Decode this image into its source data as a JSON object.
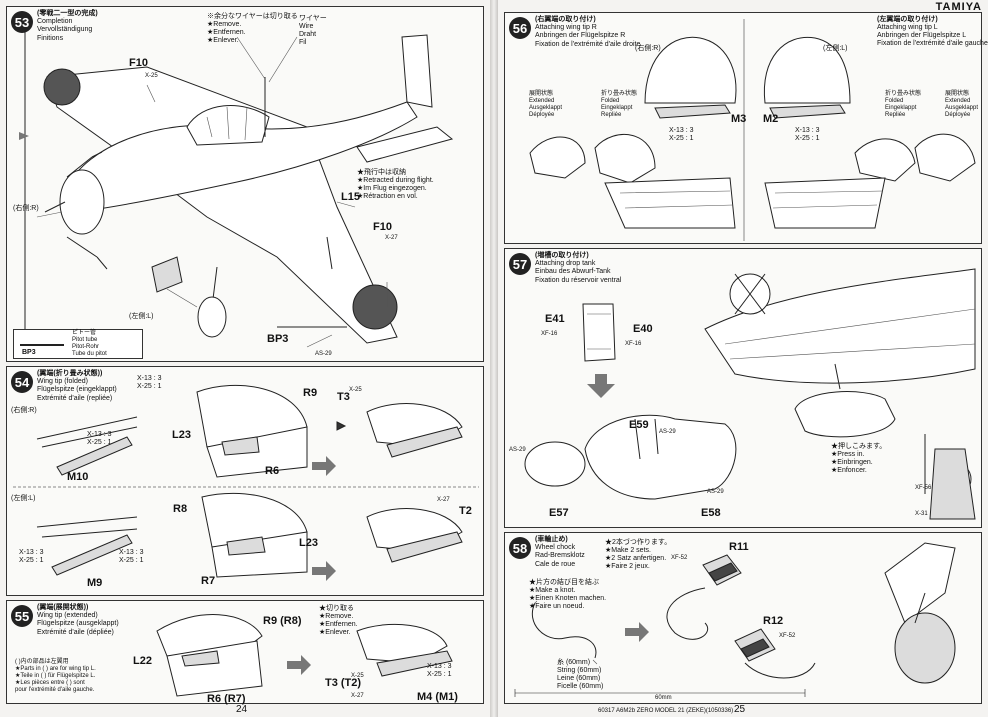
{
  "pages": {
    "left_num": "24",
    "right_num": "25",
    "footer": "60317 A6M2b ZERO MODEL 21 (ZEKE)(1050336)",
    "brand": "TAMIYA",
    "scale_label": "60mm"
  },
  "step53": {
    "num": "53",
    "title": [
      "(零戦二一型の完成)",
      "Completion",
      "Vervollständigung",
      "Finitions"
    ],
    "remove_note": [
      "※余分なワイヤーは切り取る",
      "★Remove.",
      "★Entfernen.",
      "★Enlever."
    ],
    "wire": [
      "ワイヤー",
      "Wire",
      "Draht",
      "Fil"
    ],
    "retract_note": [
      "★飛行中は収納",
      "★Retracted during flight.",
      "★Im Flug eingezogen.",
      "★Rétraction en vol."
    ],
    "right_label": "(右側:R)",
    "left_label": "(左側:L)",
    "f10": "F10",
    "x25": "X-25",
    "l15": "L15",
    "f10b": "F10",
    "x27": "X-27",
    "bp3": "BP3",
    "as29": "AS-29",
    "legend": [
      "ピトー管",
      "Pitot tube",
      "Pitot-Rohr",
      "Tube du pitot"
    ],
    "legend_part": "BP3"
  },
  "step54": {
    "num": "54",
    "title": [
      "(翼端(折り畳み状態))",
      "Wing tip (folded)",
      "Flügelspitze (eingeklappt)",
      "Extrémité d'aile (repliée)"
    ],
    "right_label": "(右側:R)",
    "left_label": "(左側:L)",
    "r9": "R9",
    "l23": "L23",
    "r6": "R6",
    "t3": "T3",
    "x25": "X-25",
    "m10": "M10",
    "r8": "R8",
    "l23b": "L23",
    "r7": "R7",
    "x27": "X-27",
    "t2": "T2",
    "m9": "M9",
    "mix1": [
      "X-13 : 3",
      "X-25 : 1"
    ],
    "mix2": [
      "X-13 : 3",
      "X-25 : 1"
    ],
    "mix3": [
      "X-13 : 3",
      "X-25 : 1"
    ],
    "mix4": [
      "X-13 : 3",
      "X-25 : 1"
    ]
  },
  "step55": {
    "num": "55",
    "title": [
      "(翼端(展開状態))",
      "Wing tip (extended)",
      "Flügelspitze (ausgeklappt)",
      "Extrémité d'aile (dépliée)"
    ],
    "r9r8": "R9 (R8)",
    "l22": "L22",
    "r6r7": "R6 (R7)",
    "t3t2": "T3 (T2)",
    "m4m1": "M4 (M1)",
    "x25": "X-25",
    "x27": "X-27",
    "remove": [
      "★切り取る",
      "★Remove.",
      "★Entfernen.",
      "★Enlever."
    ],
    "note": [
      "( )内の部品は左翼用",
      "★Parts in ( ) are for wing tip L.",
      "★Teile in ( ) für Flügelspitze L.",
      "★Les pièces entre ( ) sont",
      "pour l'extrémité d'aile gauche."
    ],
    "mix": [
      "X-13 : 3",
      "X-25 : 1"
    ]
  },
  "step56": {
    "num": "56",
    "title_r": [
      "(右翼端の取り付け)",
      "Attaching wing tip R",
      "Anbringen der Flügelspitze R",
      "Fixation de l'extrémité d'aile droite"
    ],
    "title_l": [
      "(左翼端の取り付け)",
      "Attaching wing tip L",
      "Anbringen der Flügelspitze L",
      "Fixation de l'extrémité d'aile gauche"
    ],
    "right_label": "(右側:R)",
    "left_label": "(左側:L)",
    "ext_r": [
      "展開状態",
      "Extended",
      "Ausgeklappt",
      "Déployée"
    ],
    "fold_r": [
      "折り畳み状態",
      "Folded",
      "Eingeklappt",
      "Repliée"
    ],
    "fold_l": [
      "折り畳み状態",
      "Folded",
      "Eingeklappt",
      "Repliée"
    ],
    "ext_l": [
      "展開状態",
      "Extended",
      "Ausgeklappt",
      "Déployée"
    ],
    "m3": "M3",
    "m2": "M2",
    "mix_r": [
      "X-13 : 3",
      "X-25 : 1"
    ],
    "mix_l": [
      "X-13 : 3",
      "X-25 : 1"
    ]
  },
  "step57": {
    "num": "57",
    "title": [
      "(増槽の取り付け)",
      "Attaching drop tank",
      "Einbau des Abwurf-Tank",
      "Fixation du réservoir ventral"
    ],
    "e41": "E41",
    "e40": "E40",
    "xf16": "XF-16",
    "xf16b": "XF-16",
    "e59": "E59",
    "as29": "AS-29",
    "as29b": "AS-29",
    "as29c": "AS-29",
    "e57": "E57",
    "e58": "E58",
    "press": [
      "★押しこみます。",
      "★Press in.",
      "★Einbringen.",
      "★Enfoncer."
    ],
    "xf56": "XF-56",
    "x31": "X-31"
  },
  "step58": {
    "num": "58",
    "title": [
      "(車輪止め)",
      "Wheel chock",
      "Rad-Bremsklotz",
      "Cale de roue"
    ],
    "make_note": [
      "★2本づつ作ります。",
      "★Make 2 sets.",
      "★2 Satz anfertigen.",
      "★Faire 2 jeux."
    ],
    "tie_note": [
      "★片方の結び目を結ぶ",
      "★Make a knot.",
      "★Einen Knoten machen.",
      "★Faire un noeud."
    ],
    "string": [
      "糸 (60mm)",
      "String (60mm)",
      "Leine (60mm)",
      "Ficelle (60mm)"
    ],
    "r11": "R11",
    "r12": "R12",
    "xf52": "XF-52",
    "xf52b": "XF-52"
  }
}
